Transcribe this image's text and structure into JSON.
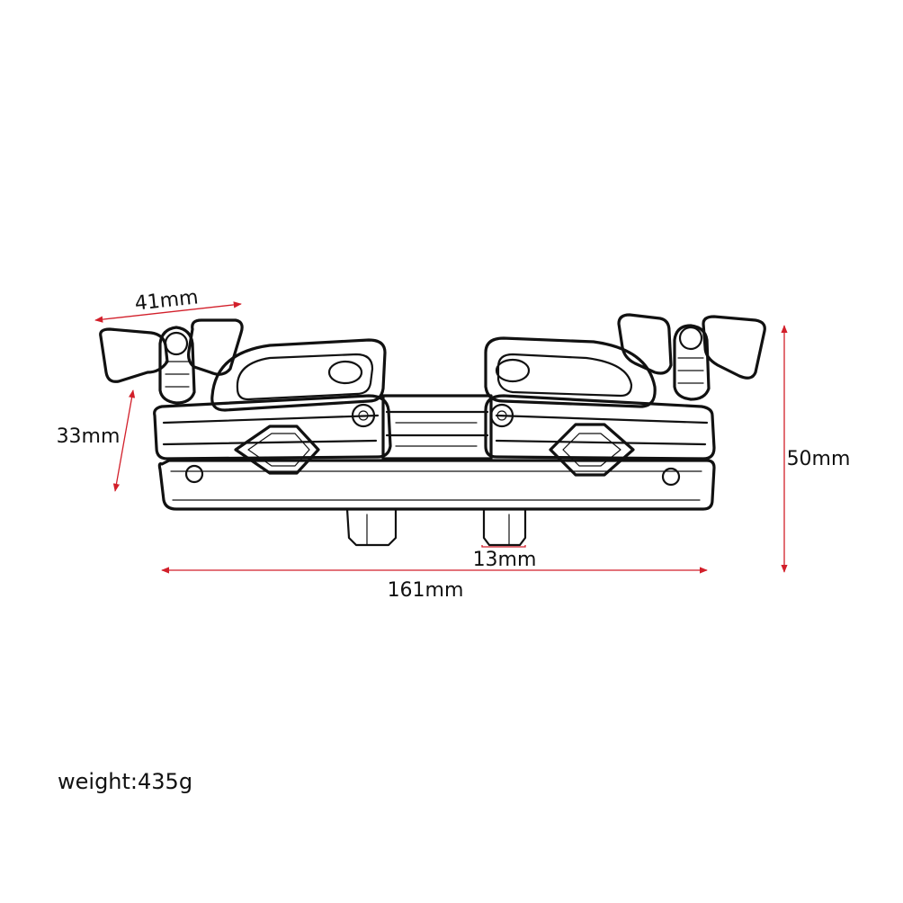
{
  "dimensions": {
    "wing_width": "41mm",
    "clamp_height": "33mm",
    "total_height": "50mm",
    "post_width": "13mm",
    "total_length": "161mm"
  },
  "weight_text": "weight:435g",
  "colors": {
    "dimension_line": "#d21f2a",
    "outline": "#111111",
    "background": "#ffffff"
  }
}
